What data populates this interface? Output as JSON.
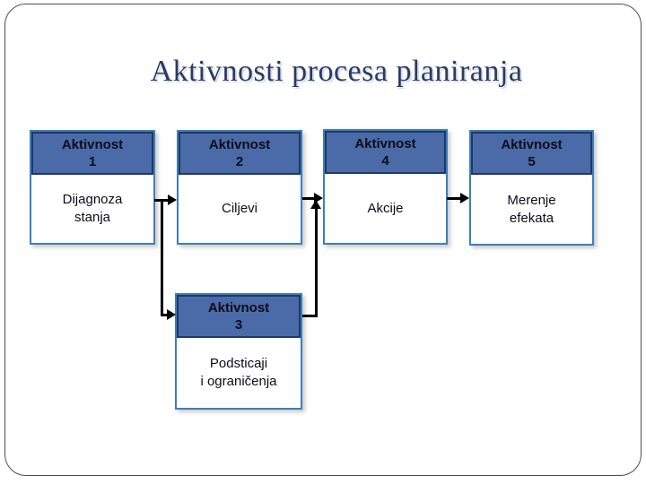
{
  "slide": {
    "title": "Aktivnosti procesa planiranja"
  },
  "colors": {
    "title": "#2b3a5f",
    "header_fill": "#4a6ba8",
    "header_border": "#1f3864",
    "box_border": "#3d7ebd",
    "connector": "#000000",
    "text": "#0c0c18"
  },
  "diagram": {
    "boxes": [
      {
        "name": "aktivnost-1",
        "header_line1": "Aktivnost",
        "header_line2": "1",
        "body_line1": "Dijagnoza",
        "body_line2": "stanja"
      },
      {
        "name": "aktivnost-2",
        "header_line1": "Aktivnost",
        "header_line2": "2",
        "body_line1": "Ciljevi",
        "body_line2": ""
      },
      {
        "name": "aktivnost-3",
        "header_line1": "Aktivnost",
        "header_line2": "3",
        "body_line1": "Podsticaji",
        "body_line2": "i ograničenja"
      },
      {
        "name": "aktivnost-4",
        "header_line1": "Aktivnost",
        "header_line2": "4",
        "body_line1": "Akcije",
        "body_line2": ""
      },
      {
        "name": "aktivnost-5",
        "header_line1": "Aktivnost",
        "header_line2": "5",
        "body_line1": "Merenje",
        "body_line2": "efekata"
      }
    ],
    "connections": [
      "aktivnost-1 -> aktivnost-2",
      "aktivnost-1 -> aktivnost-3",
      "aktivnost-2 -> aktivnost-4",
      "aktivnost-3 -> aktivnost-4",
      "aktivnost-4 -> aktivnost-5"
    ]
  }
}
